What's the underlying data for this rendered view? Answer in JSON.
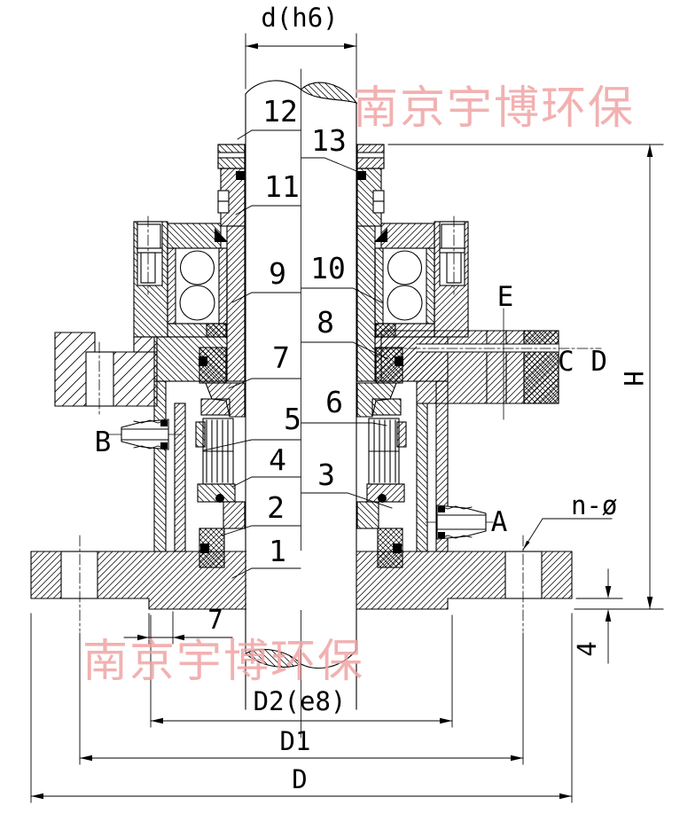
{
  "watermark": {
    "text": "南京宇博环保",
    "color": "#f0a4a4"
  },
  "dimensions": {
    "shaft": "d(h6)",
    "overall_height": "H",
    "base_lip_thickness": "4",
    "base_lip_width": "7",
    "spigot_diameter": "D2(e8)",
    "bolt_circle_diameter": "D1",
    "outer_diameter": "D",
    "bolt_holes": "n-ø"
  },
  "parts": {
    "left": [
      "12",
      "11",
      "9",
      "7",
      "5",
      "4",
      "2",
      "1"
    ],
    "right": [
      "13",
      "10",
      "8",
      "6",
      "3"
    ]
  },
  "ports": {
    "a": "A",
    "b": "B",
    "cd": "C D",
    "e": "E"
  }
}
